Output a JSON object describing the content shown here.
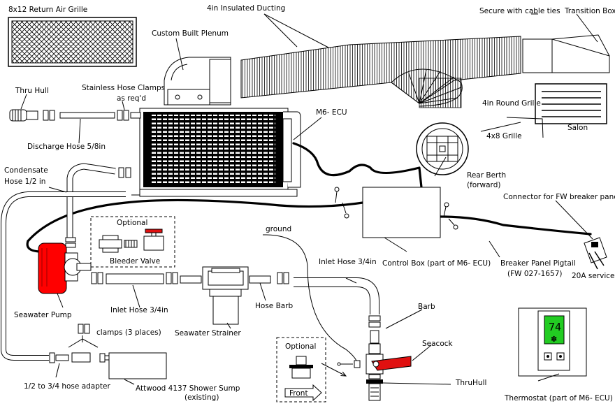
{
  "labels": {
    "return_air_grille": "8x12 Return Air Grille",
    "insulated_ducting": "4in Insulated Ducting",
    "cable_ties": "Secure with cable ties",
    "transition_box": "Transition Box",
    "custom_plenum": "Custom Built Plenum",
    "thru_hull": "Thru Hull",
    "stainless_clamps_1": "Stainless Hose Clamps",
    "stainless_clamps_2": "as req'd",
    "round_grille": "4in Round Grille",
    "m6_ecu": "M6- ECU",
    "discharge_hose": "Discharge Hose 5/8in",
    "salon": "Salon",
    "grille_4x8": "4x8 Grille",
    "condensate_1": "Condensate",
    "condensate_2": "Hose 1/2 in",
    "rear_berth_1": "Rear Berth",
    "rear_berth_2": "(forward)",
    "fw_connector": "Connector for FW breaker panel.",
    "optional_1": "Optional",
    "bleeder_valve": "Bleeder Valve",
    "ground": "ground",
    "inlet_hose_right": "Inlet Hose 3/4in",
    "control_box": "Control Box (part of M6- ECU)",
    "breaker_pigtail_1": "Breaker Panel Pigtail",
    "breaker_pigtail_2": "(FW 027-1657)",
    "service_20a": "20A service",
    "seawater_pump": "Seawater Pump",
    "inlet_hose_left": "Inlet Hose 3/4in",
    "hose_barb": "Hose Barb",
    "barb": "Barb",
    "seawater_strainer": "Seawater Strainer",
    "clamps_3": "clamps (3 places)",
    "seacock": "Seacock",
    "optional_2": "Optional",
    "front": "Front",
    "thruhull_right": "ThruHull",
    "hose_adapter": "1/2 to 3/4 hose adapter",
    "shower_sump_1": "Attwood 4137 Shower Sump",
    "shower_sump_2": "(existing)",
    "thermostat": "Thermostat (part of M6- ECU)"
  },
  "thermostat_display": "74",
  "colors": {
    "pump": "#ff0000",
    "valve_handle": "#e01010",
    "display": "#22cc22",
    "line": "#000000"
  }
}
